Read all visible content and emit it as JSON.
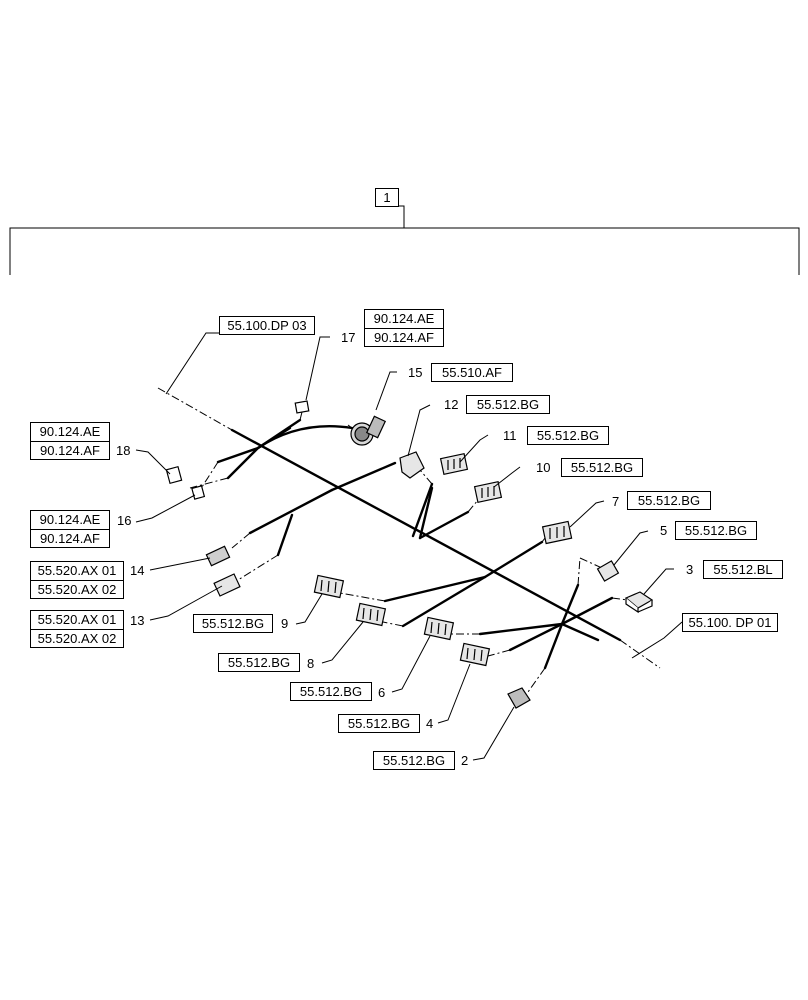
{
  "title_callout": "1",
  "parts": [
    {
      "id": "p17",
      "number": "17",
      "refs": [
        "90.124.AE",
        "90.124.AF"
      ]
    },
    {
      "id": "p15",
      "number": "15",
      "refs": [
        "55.510.AF"
      ]
    },
    {
      "id": "p12",
      "number": "12",
      "refs": [
        "55.512.BG"
      ]
    },
    {
      "id": "p11",
      "number": "11",
      "refs": [
        "55.512.BG"
      ]
    },
    {
      "id": "p10",
      "number": "10",
      "refs": [
        "55.512.BG"
      ]
    },
    {
      "id": "p7",
      "number": "7",
      "refs": [
        "55.512.BG"
      ]
    },
    {
      "id": "p5",
      "number": "5",
      "refs": [
        "55.512.BG"
      ]
    },
    {
      "id": "p3",
      "number": "3",
      "refs": [
        "55.512.BL"
      ]
    },
    {
      "id": "p18",
      "number": "18",
      "refs": [
        "90.124.AE",
        "90.124.AF"
      ]
    },
    {
      "id": "p16",
      "number": "16",
      "refs": [
        "90.124.AE",
        "90.124.AF"
      ]
    },
    {
      "id": "p14",
      "number": "14",
      "refs": [
        "55.520.AX 01",
        "55.520.AX 02"
      ]
    },
    {
      "id": "p13",
      "number": "13",
      "refs": [
        "55.520.AX 01",
        "55.520.AX 02"
      ]
    },
    {
      "id": "p9",
      "number": "9",
      "refs": [
        "55.512.BG"
      ]
    },
    {
      "id": "p8",
      "number": "8",
      "refs": [
        "55.512.BG"
      ]
    },
    {
      "id": "p6",
      "number": "6",
      "refs": [
        "55.512.BG"
      ]
    },
    {
      "id": "p4",
      "number": "4",
      "refs": [
        "55.512.BG"
      ]
    },
    {
      "id": "p2",
      "number": "2",
      "refs": [
        "55.512.BG"
      ]
    }
  ],
  "dp_refs": {
    "dp03": "55.100.DP 03",
    "dp01": "55.100. DP 01"
  }
}
